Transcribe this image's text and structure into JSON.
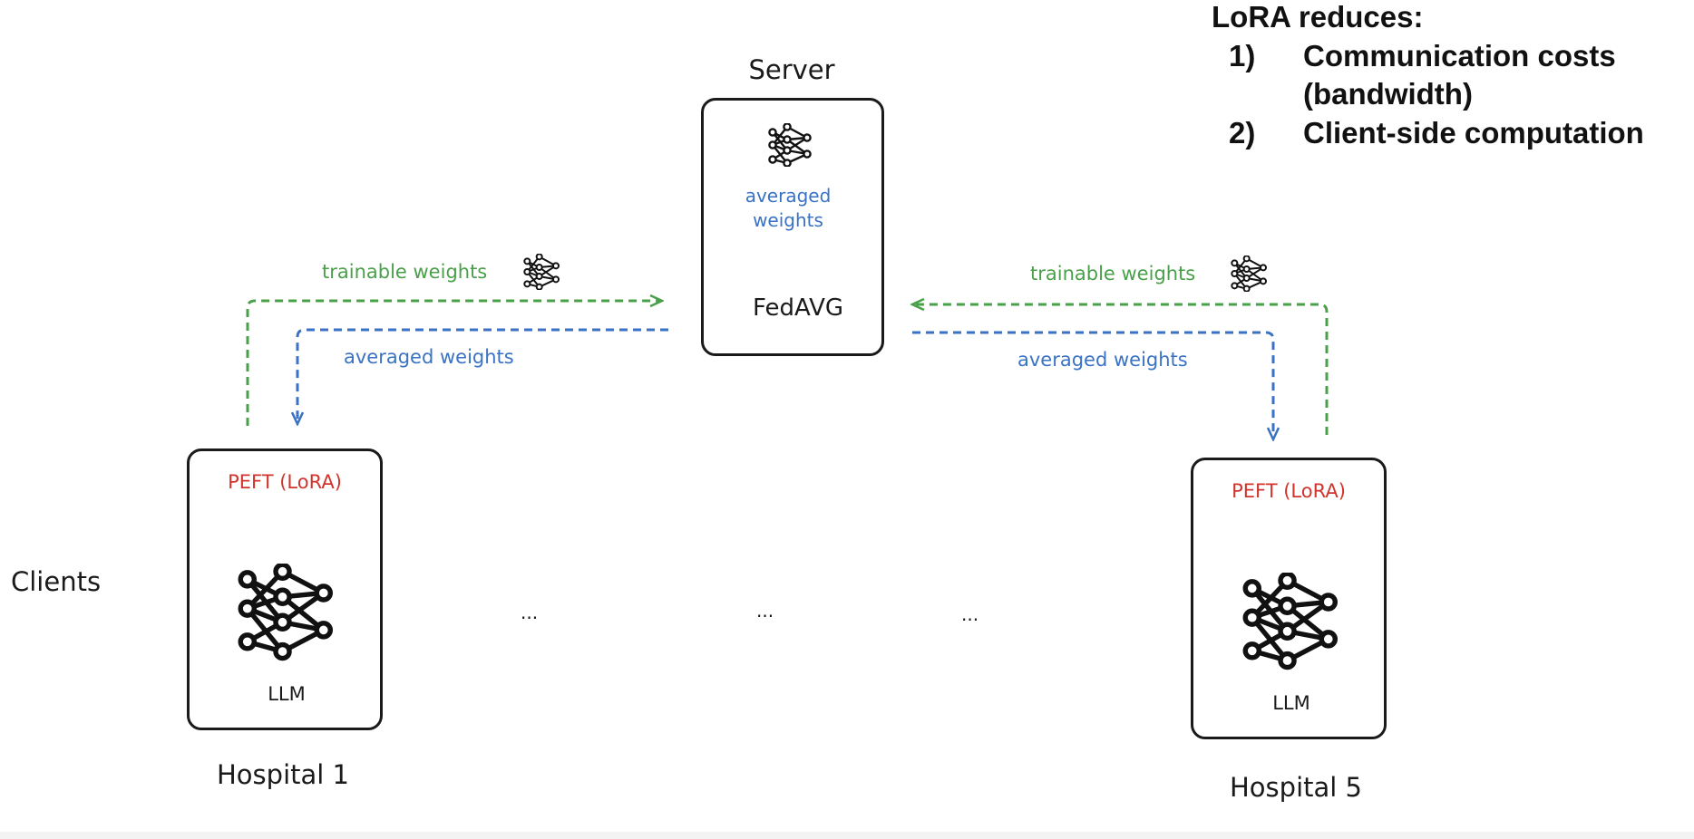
{
  "colors": {
    "green": "#4aa04a",
    "blue": "#3a72c4",
    "red": "#d0342c",
    "ink": "#1a1a1a"
  },
  "notes": {
    "title": "LoRA reduces:",
    "items": [
      {
        "num": "1)",
        "line1": "Communication costs",
        "line2": "(bandwidth)"
      },
      {
        "num": "2)",
        "line1": "Client-side computation",
        "line2": ""
      }
    ]
  },
  "server": {
    "title": "Server",
    "averaged_line1": "averaged",
    "averaged_line2": "weights",
    "method": "FedAVG",
    "icon": "neural-network-icon"
  },
  "clients_label": "Clients",
  "hospitals": [
    {
      "name": "Hospital 1",
      "peft": "PEFT (LoRA)",
      "model": "LLM",
      "icon": "neural-network-icon"
    },
    {
      "name": "Hospital 5",
      "peft": "PEFT (LoRA)",
      "model": "LLM",
      "icon": "neural-network-icon"
    }
  ],
  "left_flow": {
    "up": "trainable weights",
    "down": "averaged weights"
  },
  "right_flow": {
    "up": "trainable weights",
    "down": "averaged weights"
  },
  "ellipses": [
    "...",
    "...",
    "..."
  ]
}
